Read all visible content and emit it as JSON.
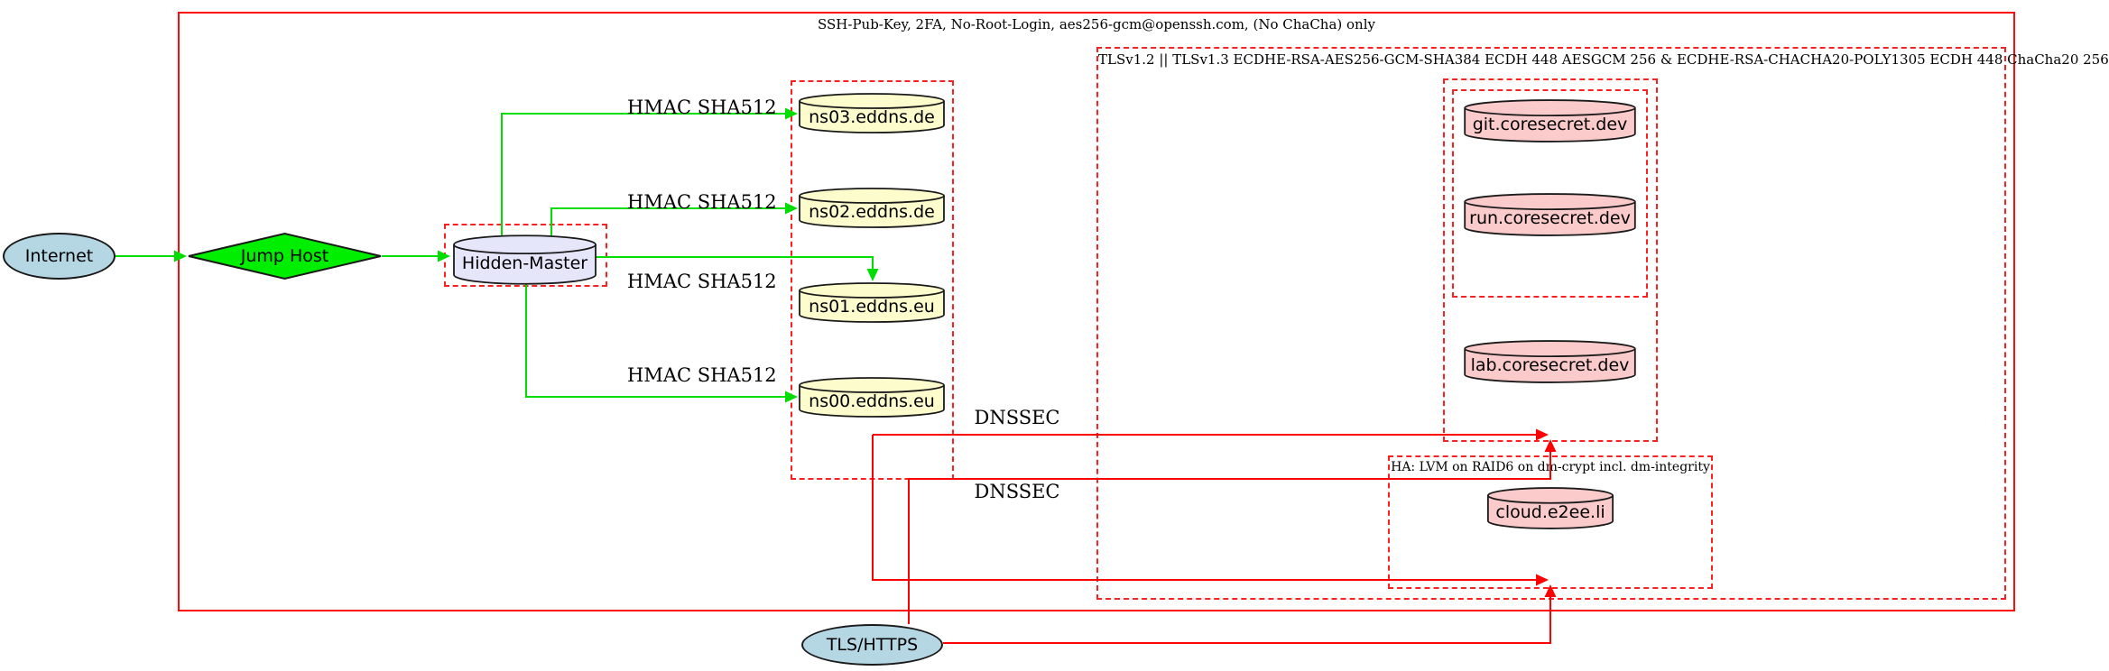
{
  "diagram": {
    "clusters": {
      "ssh": {
        "label": "SSH-Pub-Key, 2FA, No-Root-Login, aes256-gcm@openssh.com, (No ChaCha) only"
      },
      "tls": {
        "label": "TLSv1.2 || TLSv1.3 ECDHE-RSA-AES256-GCM-SHA384 ECDH 448 AESGCM 256 & ECDHE-RSA-CHACHA20-POLY1305 ECDH 448 ChaCha20 256"
      },
      "ha": {
        "label": "HA: LVM on RAID6 on dm-crypt incl. dm-integrity"
      }
    },
    "nodes": {
      "internet": "Internet",
      "jump_host": "Jump Host",
      "hidden_master": "Hidden-Master",
      "ns03": "ns03.eddns.de",
      "ns02": "ns02.eddns.de",
      "ns01": "ns01.eddns.eu",
      "ns00": "ns00.eddns.eu",
      "git": "git.coresecret.dev",
      "run": "run.coresecret.dev",
      "lab": "lab.coresecret.dev",
      "cloud": "cloud.e2ee.li",
      "tls_https": "TLS/HTTPS"
    },
    "edge_labels": {
      "hmac_1": "HMAC SHA512",
      "hmac_2": "HMAC SHA512",
      "hmac_3": "HMAC SHA512",
      "hmac_4": "HMAC SHA512",
      "dnssec_1": "DNSSEC",
      "dnssec_2": "DNSSEC"
    },
    "colors": {
      "cluster_border_red": "#ff0000",
      "secure_transfer_green": "#00dd00",
      "node_green": "#00ee00",
      "node_lightblue": "#b5d7e4",
      "node_lavender": "#e6e6fa",
      "node_lightyellow": "#fcfccd",
      "node_pink": "#fbcaca",
      "text_black": "#000000",
      "background": "#ffffff"
    }
  }
}
